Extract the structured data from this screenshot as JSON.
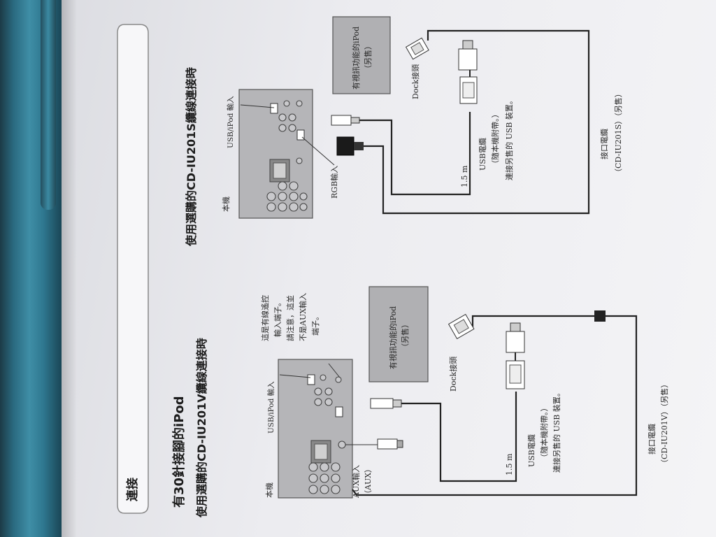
{
  "section": {
    "label": "連接"
  },
  "headings": {
    "ipod30": "有30針接腳的iPod",
    "cd_iu201v": "使用選購的CD-IU201V纜線連接時",
    "cd_iu201s": "使用選購的CD-IU201S纜線連接時"
  },
  "diagram_v": {
    "unit_label": "本機",
    "usb_in": "USB/iPod 輸入",
    "note": [
      "這是有線遙控",
      "輸入端子。",
      "請注意，這並",
      "不是AUX輸入",
      "端子。"
    ],
    "aux_in": "AUX輸入",
    "aux_sub": "（AUX）",
    "ipod_box": [
      "有視訊功能的iPod",
      "（另售）"
    ],
    "dock": "Dock接頭",
    "length": "1.5 m",
    "usb_cable": [
      "USB電纜",
      "（隨本機附帶。）",
      "連接另售的 USB 裝置。"
    ],
    "interface_cable": [
      "接口電纜",
      "（CD-IU201V）（另售）"
    ]
  },
  "diagram_s": {
    "unit_label": "本機",
    "usb_in": "USB/iPod 輸入",
    "rgb_in": "RGB輸入",
    "ipod_box": [
      "有視訊功能的iPod",
      "（另售）"
    ],
    "dock": "Dock接頭",
    "length": "1.5 m",
    "usb_cable": [
      "USB電纜",
      "（隨本機附帶。）",
      "連接另售的 USB 裝置。"
    ],
    "interface_cable": [
      "接口電纜",
      "（CD-IU201S）（另售）"
    ]
  }
}
